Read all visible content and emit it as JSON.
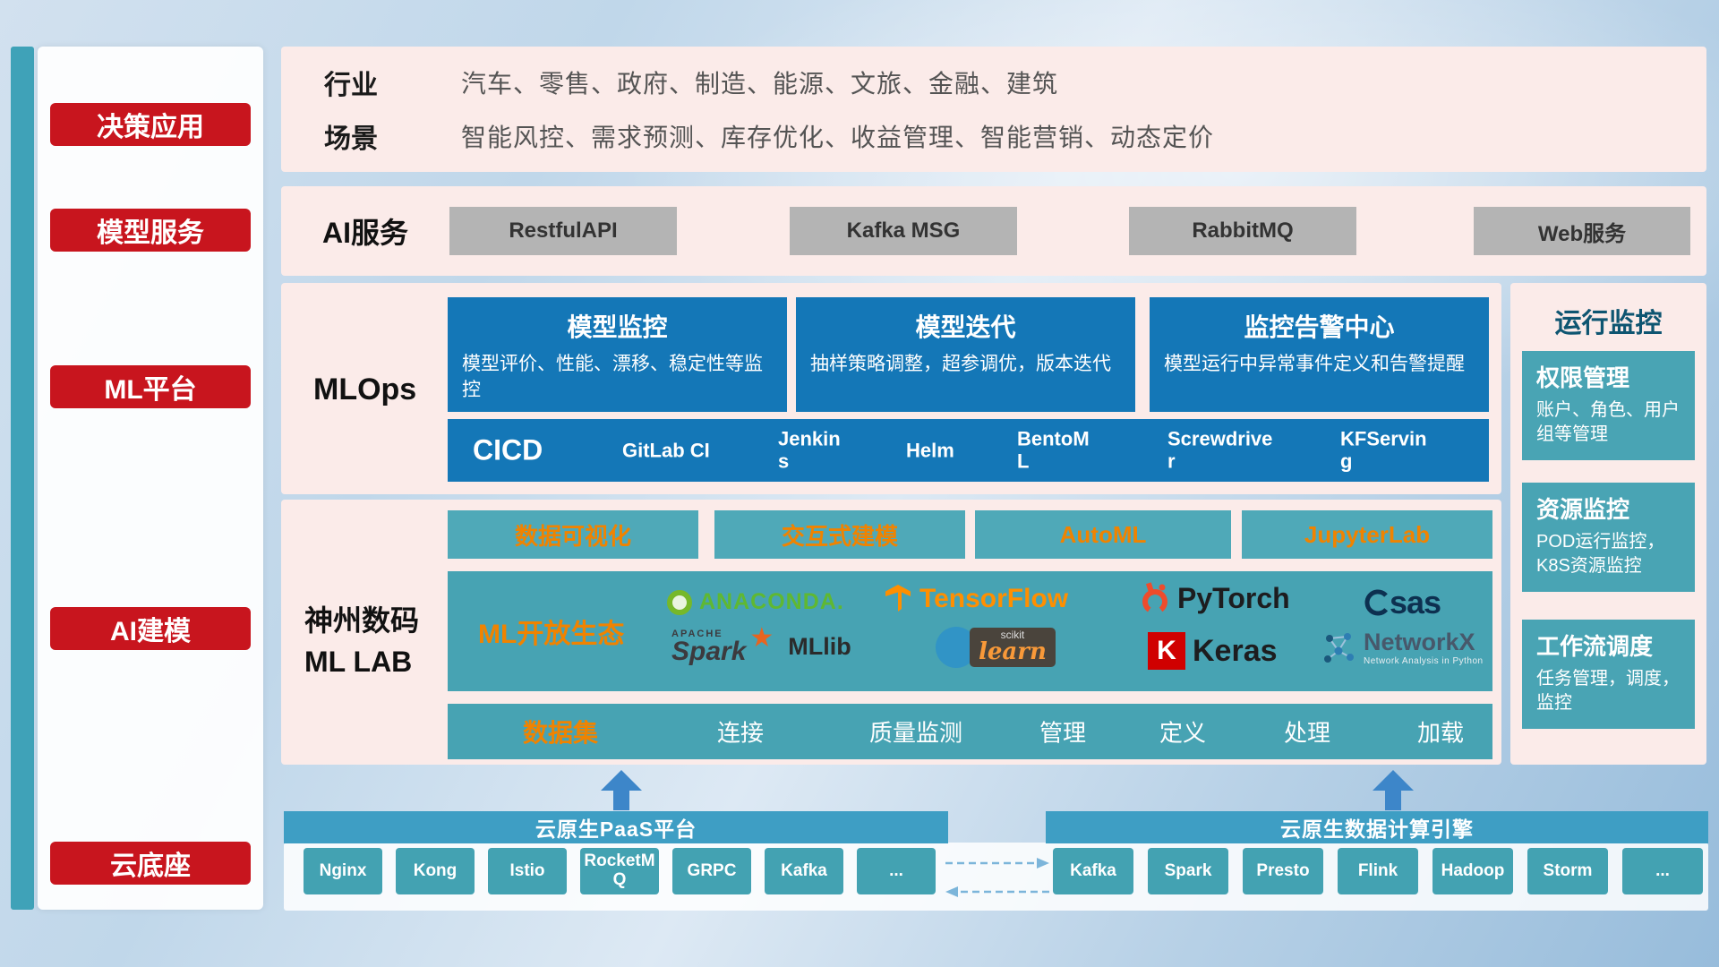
{
  "sidebar": {
    "items": [
      "决策应用",
      "模型服务",
      "ML平台",
      "AI建模",
      "云底座"
    ]
  },
  "industry": {
    "rows": [
      {
        "label": "行业",
        "text": "汽车、零售、政府、制造、能源、文旅、金融、建筑"
      },
      {
        "label": "场景",
        "text": "智能风控、需求预测、库存优化、收益管理、智能营销、动态定价"
      }
    ]
  },
  "ai_service": {
    "label": "AI服务",
    "items": [
      "RestfulAPI",
      "Kafka MSG",
      "RabbitMQ",
      "Web服务"
    ]
  },
  "mlops": {
    "label": "MLOps",
    "cards": [
      {
        "title": "模型监控",
        "desc": "模型评价、性能、漂移、稳定性等监控"
      },
      {
        "title": "模型迭代",
        "desc": "抽样策略调整，超参调优，版本迭代"
      },
      {
        "title": "监控告警中心",
        "desc": "模型运行中异常事件定义和告警提醒"
      }
    ],
    "cicd_label": "CICD",
    "cicd_items": [
      "GitLab CI",
      "Jenkins",
      "Helm",
      "BentoML",
      "Screwdriver",
      "KFServing"
    ]
  },
  "mllab": {
    "label_line1": "神州数码",
    "label_line2": "ML LAB",
    "tools": [
      "数据可视化",
      "交互式建模",
      "AutoML",
      "JupyterLab"
    ],
    "eco_label": "ML开放生态",
    "logos": {
      "anaconda": "ANACONDA.",
      "tensorflow": "TensorFlow",
      "pytorch": "PyTorch",
      "sas": "sas",
      "spark_apache": "APACHE",
      "spark": "Spark",
      "mllib": "MLlib",
      "scikit": "scikit",
      "learn": "learn",
      "keras_k": "K",
      "keras": "Keras",
      "networkx": "NetworkX",
      "networkx_sub": "Network Analysis in Python"
    },
    "dataset_label": "数据集",
    "dataset_items": [
      "连接",
      "质量监测",
      "管理",
      "定义",
      "处理",
      "加载"
    ]
  },
  "monitor": {
    "title": "运行监控",
    "cards": [
      {
        "title": "权限管理",
        "desc": "账户、角色、用户组等管理"
      },
      {
        "title": "资源监控",
        "desc": "POD运行监控，K8S资源监控"
      },
      {
        "title": "工作流调度",
        "desc": "任务管理，调度，监控"
      }
    ]
  },
  "cloud": {
    "paas_title": "云原生PaaS平台",
    "paas_items": [
      "Nginx",
      "Kong",
      "Istio",
      "RocketMQ",
      "GRPC",
      "Kafka",
      "..."
    ],
    "engine_title": "云原生数据计算引擎",
    "engine_items": [
      "Kafka",
      "Spark",
      "Presto",
      "Flink",
      "Hadoop",
      "Storm",
      "..."
    ]
  },
  "colors": {
    "red": "#c8151e",
    "blue": "#1477b7",
    "teal": "#47a3b3",
    "orange": "#f08300",
    "panel_pink": "#fbebe9"
  }
}
